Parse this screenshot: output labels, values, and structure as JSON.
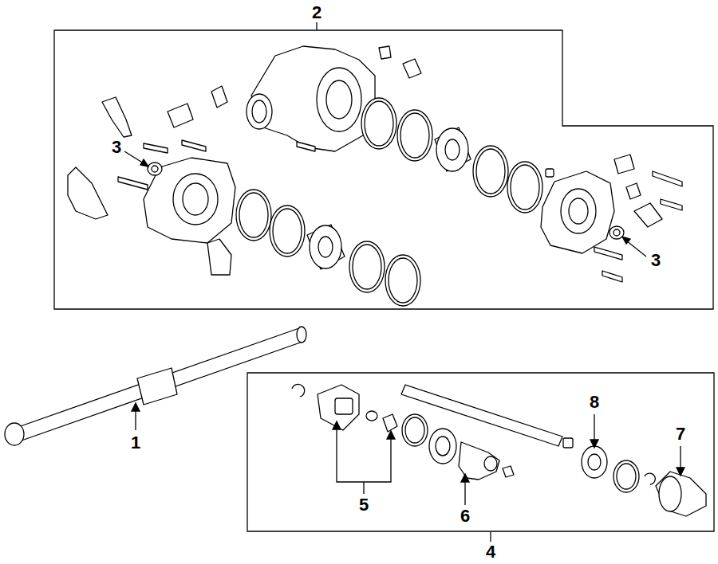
{
  "diagram": {
    "nodes": [
      {
        "text": [
          "2",
          "3",
          "3"
        ]
      },
      {
        "text": [
          "8",
          "7",
          "5",
          "6",
          "4"
        ]
      }
    ],
    "labels": [
      "1"
    ]
  }
}
